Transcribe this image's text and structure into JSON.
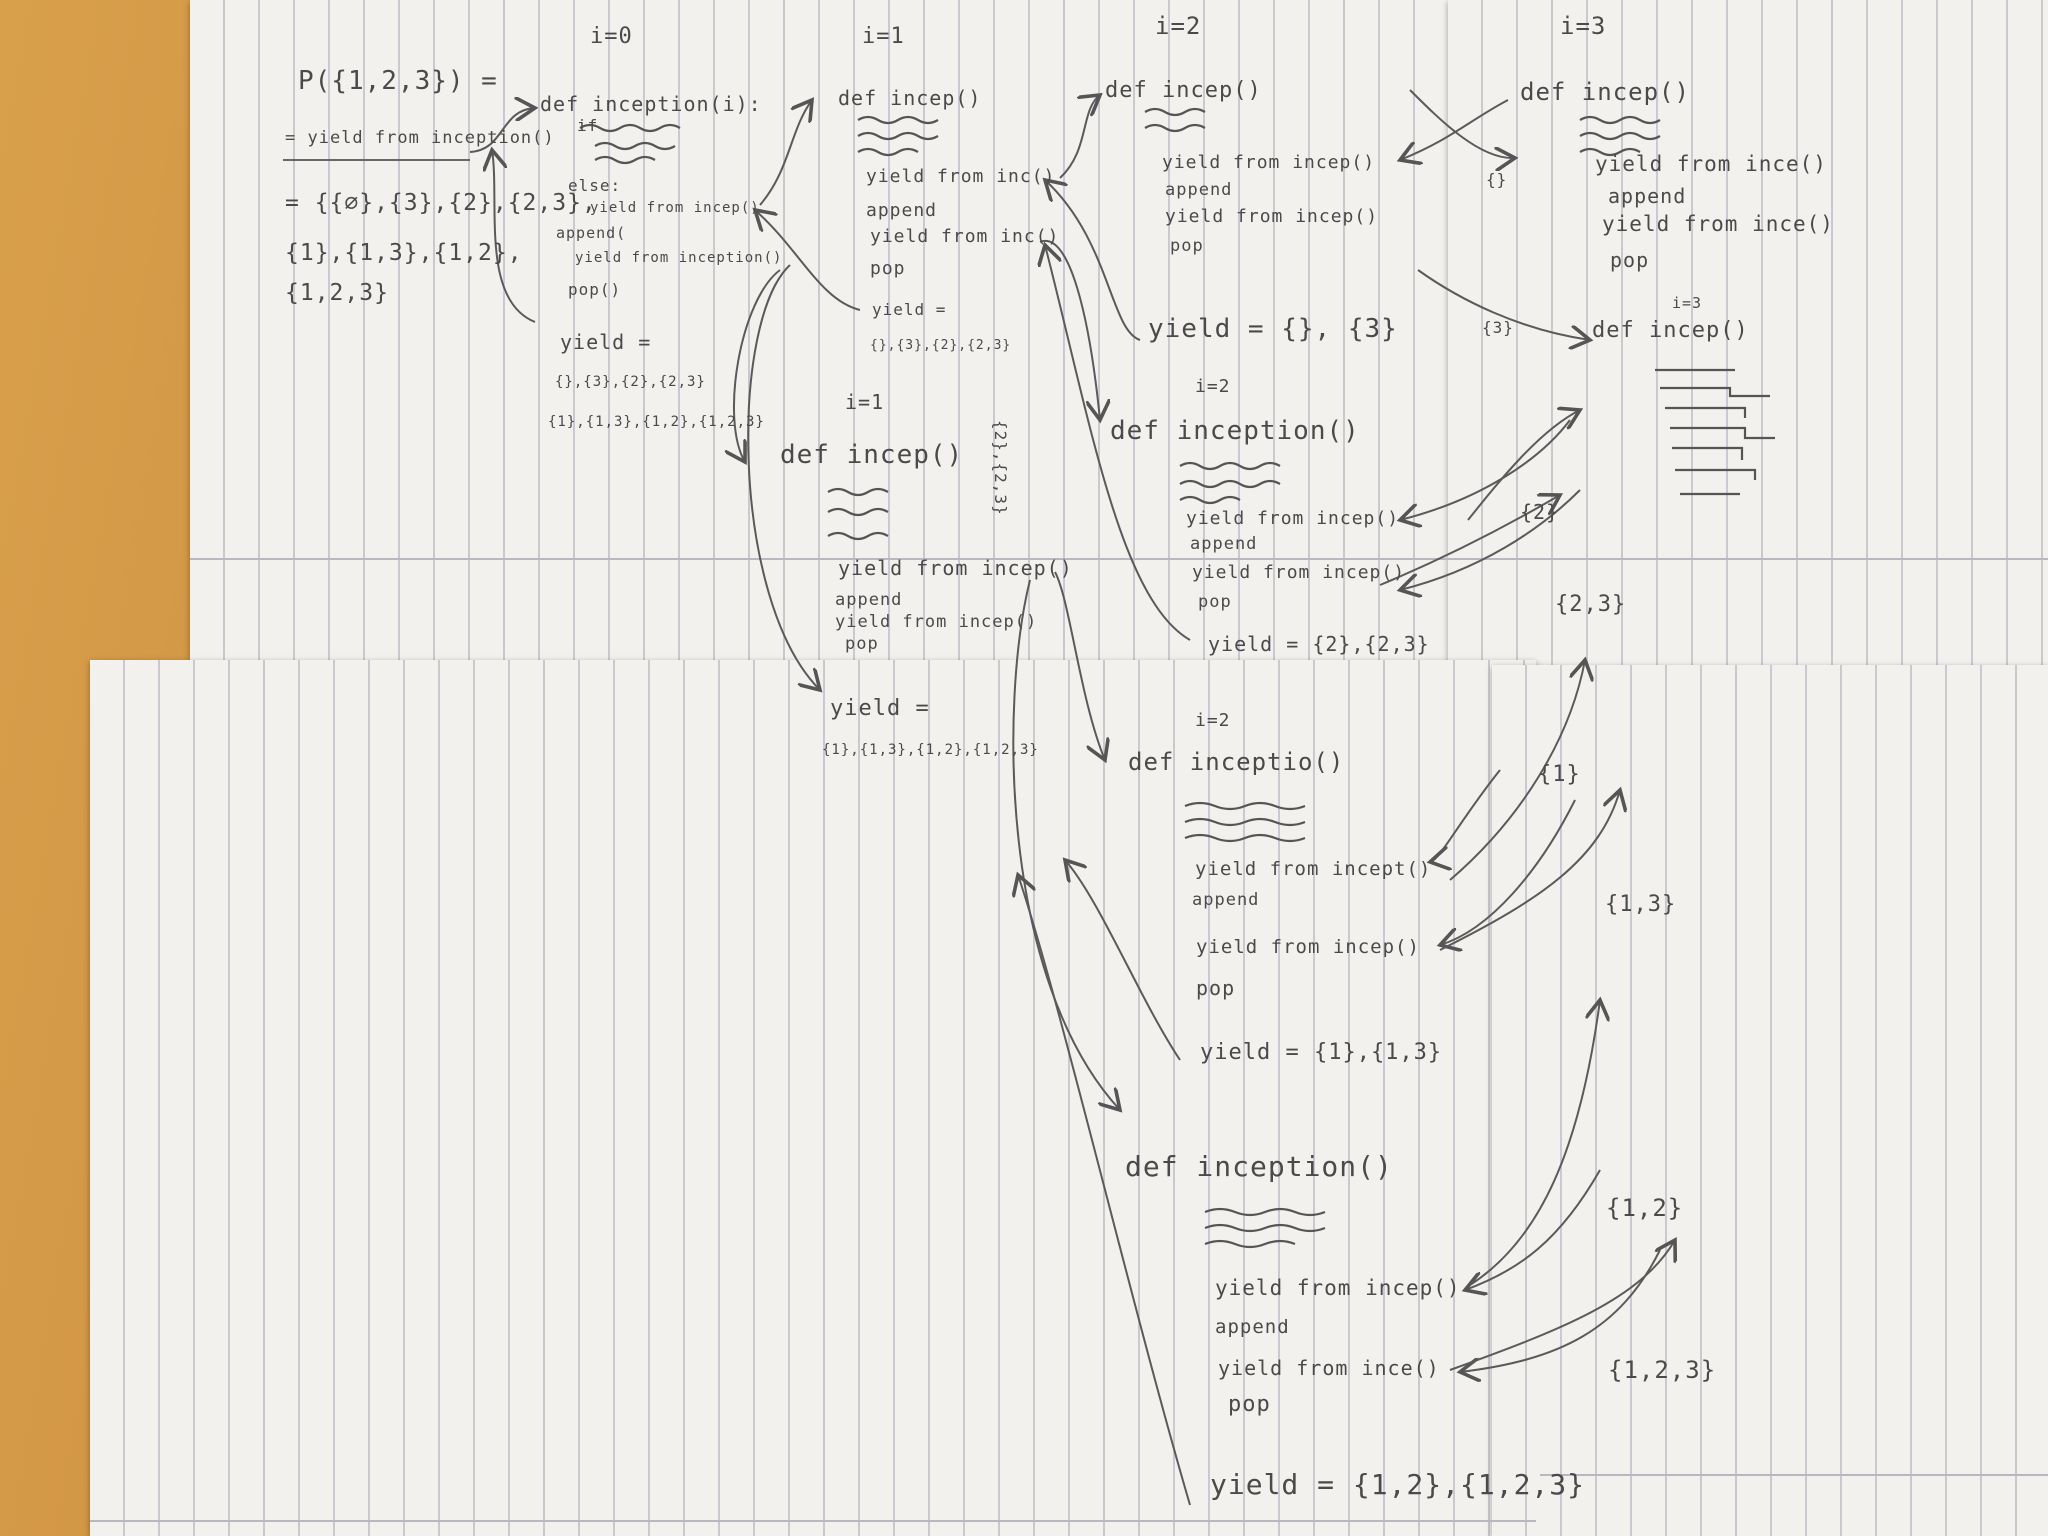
{
  "headers": {
    "i0": "i=0",
    "i1": "i=1",
    "i2": "i=2",
    "i3": "i=3"
  },
  "left": {
    "title": "P({1,2,3}) =",
    "call": "= yield from inception()",
    "result1": "= {{∅},{3},{2},{2,3},",
    "result2": "{1},{1,3},{1,2},",
    "result3": "{1,2,3}"
  },
  "b0": {
    "def": "def inception(i):",
    "if": "if",
    "else": "else:",
    "yf1": "yield from incep()",
    "append": "append(",
    "yf2": "yield from inception()",
    "pop": "pop()",
    "yield": "yield =",
    "y1": "{},{3},{2},{2,3}",
    "y2": "{1},{1,3},{1,2},{1,2,3}"
  },
  "b1": {
    "def": "def incep()",
    "yf1": "yield from inc()",
    "append": "append",
    "yf2": "yield from inc()",
    "pop": "pop",
    "yield": "yield =",
    "y": "{},{3},{2},{2,3}"
  },
  "b2": {
    "def": "def incep()",
    "yf1": "yield from incep()",
    "append": "append",
    "yf2": "yield from incep()",
    "pop": "pop",
    "yield": "yield = {}, {3}"
  },
  "b3": {
    "def": "def incep()",
    "yf1": "yield from ince()",
    "append": "append",
    "yf2": "yield from ince()",
    "pop": "pop"
  },
  "b3b": {
    "label": "i=3",
    "def": "def incep()"
  },
  "flow": {
    "empty": "{}",
    "s3": "{3}",
    "s2": "{2}",
    "s23": "{2,3}",
    "s1": "{1}",
    "s13": "{1,3}",
    "s12": "{1,2}",
    "s123": "{1,2,3}"
  },
  "b4": {
    "label": "i=1",
    "def": "def incep()",
    "yf1": "yield from incep()",
    "append": "append",
    "yf2": "yield from incep()",
    "pop": "pop",
    "yield": "yield =",
    "y": "{1},{1,3},{1,2},{1,2,3}"
  },
  "b5": {
    "label": "i=2",
    "def": "def inception()",
    "yf1": "yield from incep()",
    "append": "append",
    "yf2": "yield from incep()",
    "pop": "pop",
    "yield": "yield = {2},{2,3}",
    "side": "{2},{2,3}"
  },
  "b6": {
    "label": "i=2",
    "def": "def inceptio()",
    "yf1": "yield from incept()",
    "append": "append",
    "yf2": "yield from incep()",
    "pop": "pop",
    "yield": "yield = {1},{1,3}"
  },
  "b7": {
    "def": "def inception()",
    "yf1": "yield from incep()",
    "append": "append",
    "yf2": "yield from ince()",
    "pop": "pop",
    "yield": "yield = {1,2},{1,2,3}"
  }
}
